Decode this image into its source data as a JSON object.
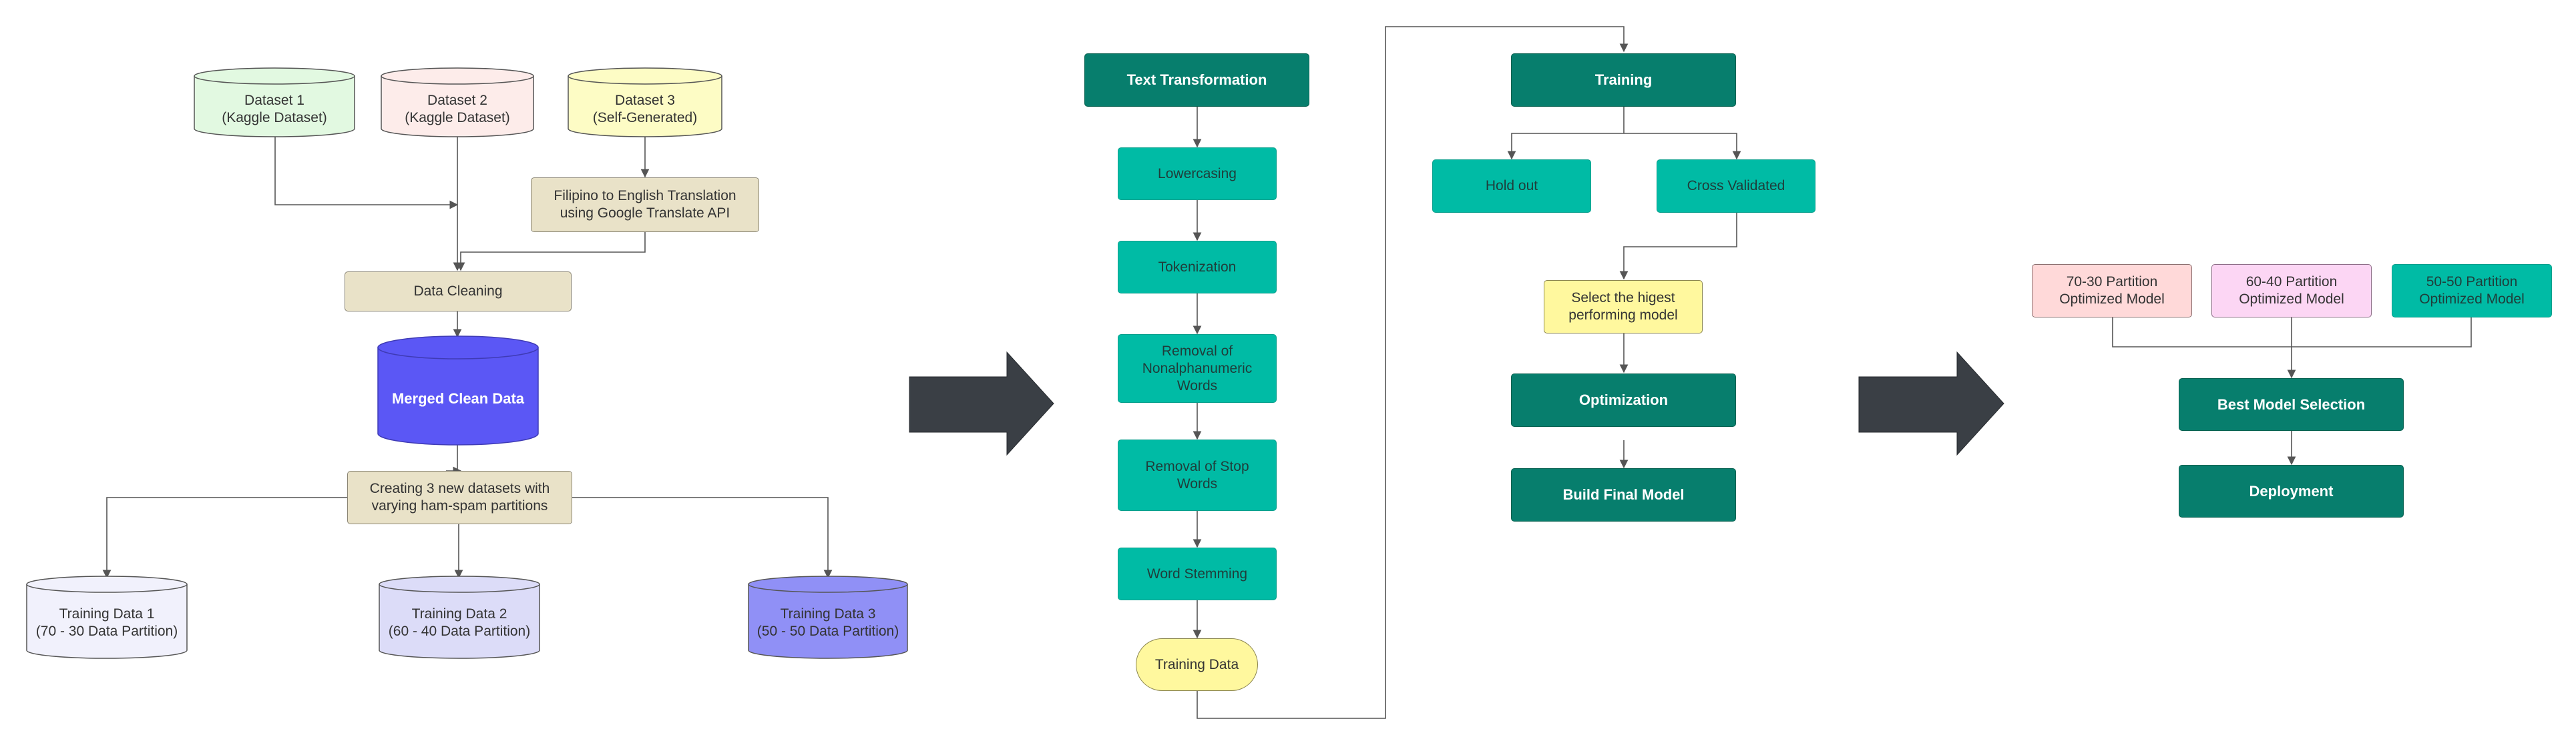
{
  "colors": {
    "dark_teal": "#077e6d",
    "teal": "#00bba5",
    "beige": "#e9e2c8",
    "yellow": "#fff89e",
    "dataset1": "#e2f9e1",
    "dataset2": "#fdecea",
    "dataset3": "#fdfcc5",
    "merged": "#5b57f5",
    "training1": "#f1f1fc",
    "training2": "#dcdcf8",
    "training3": "#9090f6",
    "arrow": "#3a3f45",
    "line": "#555555"
  },
  "section1": {
    "dataset1": "Dataset 1\n(Kaggle Dataset)",
    "dataset2": "Dataset 2\n(Kaggle Dataset)",
    "dataset3": "Dataset 3\n(Self-Generated)",
    "translation": "Filipino to English Translation\nusing Google Translate API",
    "cleaning": "Data Cleaning",
    "merged": "Merged Clean Data",
    "partitions": "Creating 3 new datasets with\nvarying ham-spam partitions",
    "training1": "Training Data 1\n(70 - 30 Data Partition)",
    "training2": "Training Data 2\n(60 - 40 Data Partition)",
    "training3": "Training Data 3\n(50 - 50 Data Partition)"
  },
  "section2": {
    "header": "Text Transformation",
    "steps": [
      "Lowercasing",
      "Tokenization",
      "Removal of\nNonalphanumeric\nWords",
      "Removal of Stop\nWords",
      "Word Stemming"
    ],
    "output": "Training Data"
  },
  "section3": {
    "header": "Training",
    "holdout": "Hold out",
    "cross": "Cross Validated",
    "select": "Select the higest\nperforming model",
    "optimization": "Optimization",
    "build": "Build Final Model"
  },
  "section4": {
    "p7030": "70-30 Partition\nOptimized Model",
    "p6040": "60-40 Partition\nOptimized Model",
    "p5050": "50-50 Partition\nOptimized Model",
    "best": "Best Model Selection",
    "deploy": "Deployment"
  }
}
